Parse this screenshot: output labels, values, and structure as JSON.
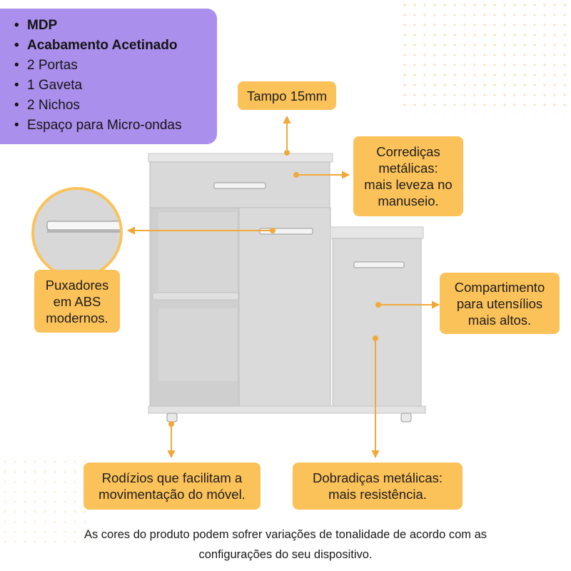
{
  "features": [
    {
      "text": "MDP",
      "bold": true
    },
    {
      "text": "Acabamento Acetinado",
      "bold": true
    },
    {
      "text": "2 Portas",
      "bold": false
    },
    {
      "text": "1 Gaveta",
      "bold": false
    },
    {
      "text": "2 Nichos",
      "bold": false
    },
    {
      "text": "Espaço para Micro-ondas",
      "bold": false
    }
  ],
  "callouts": {
    "tampo": "Tampo 15mm",
    "corredicas": "Corrediças\nmetálicas:\nmais leveza no\nmanuseio.",
    "puxadores": "Puxadores\nem ABS\nmodernos.",
    "compartimento": "Compartimento\npara utensílios\nmais altos.",
    "rodizios": "Rodízios que facilitam a\nmovimentação do móvel.",
    "dobradicas": "Dobradiças metálicas:\nmais resistência."
  },
  "footer": "As cores do produto podem sofrer variações de tonalidade de acordo com as\nconfigurações do seu dispositivo.",
  "colors": {
    "purple_panel": "#ab8fec",
    "callout_yellow": "#fcc25a",
    "cabinet_gray": "#dcdcdc"
  }
}
